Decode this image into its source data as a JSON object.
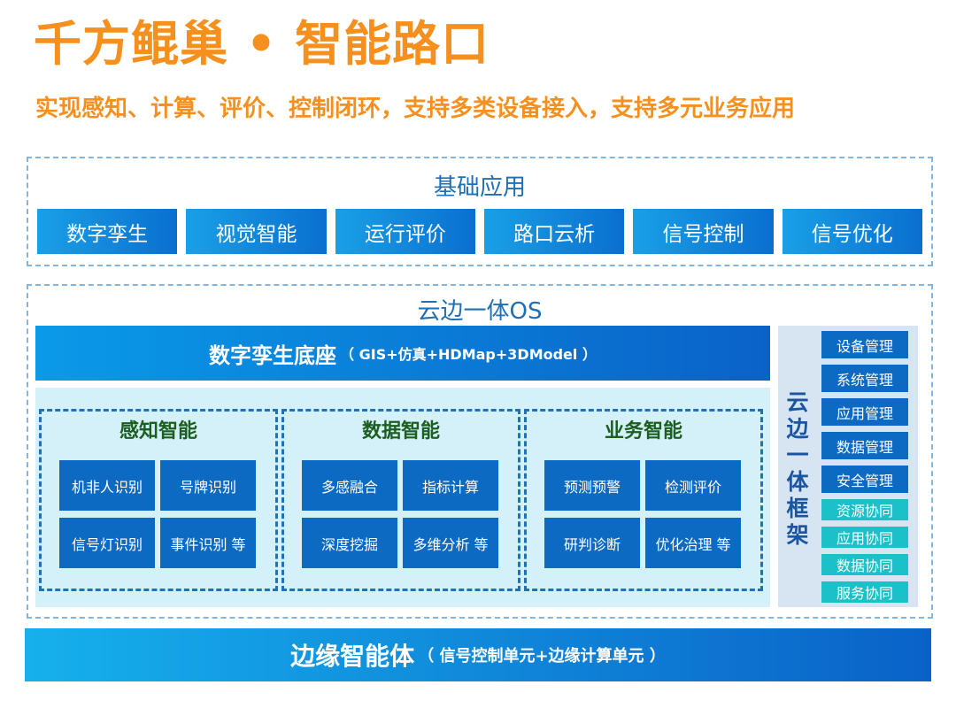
{
  "title": "千方鲲巢 • 智能路口",
  "subtitle": "实现感知、计算、评价、控制闭环，支持多类设备接入，支持多元业务应用",
  "colors": {
    "title_orange": "#f5901e",
    "accent_blue": "#0d6ac3",
    "teal": "#1cc0c9",
    "light_cyan": "#d4f0f9",
    "group_title_green": "#1b5e20"
  },
  "basic_apps": {
    "title": "基础应用",
    "items": [
      "数字孪生",
      "视觉智能",
      "运行评价",
      "路口云析",
      "信号控制",
      "信号优化"
    ]
  },
  "cloud_edge_os": {
    "title": "云边一体OS",
    "digital_twin_base": {
      "label": "数字孪生底座",
      "detail": "（ GIS+仿真+HDMap+3DModel ）"
    },
    "groups": [
      {
        "title": "感知智能",
        "items": [
          "机非人识别",
          "号牌识别",
          "信号灯识别",
          "事件识别 等"
        ]
      },
      {
        "title": "数据智能",
        "items": [
          "多感融合",
          "指标计算",
          "深度挖掘",
          "多维分析 等"
        ]
      },
      {
        "title": "业务智能",
        "items": [
          "预测预警",
          "检测评价",
          "研判诊断",
          "优化治理 等"
        ]
      }
    ],
    "framework": {
      "title": "云边一体框架",
      "management_items": [
        "设备管理",
        "系统管理",
        "应用管理",
        "数据管理",
        "安全管理"
      ],
      "collaboration_items": [
        "资源协同",
        "应用协同",
        "数据协同",
        "服务协同"
      ]
    }
  },
  "edge_agent": {
    "label": "边缘智能体",
    "detail": "（ 信号控制单元+边缘计算单元 ）"
  }
}
